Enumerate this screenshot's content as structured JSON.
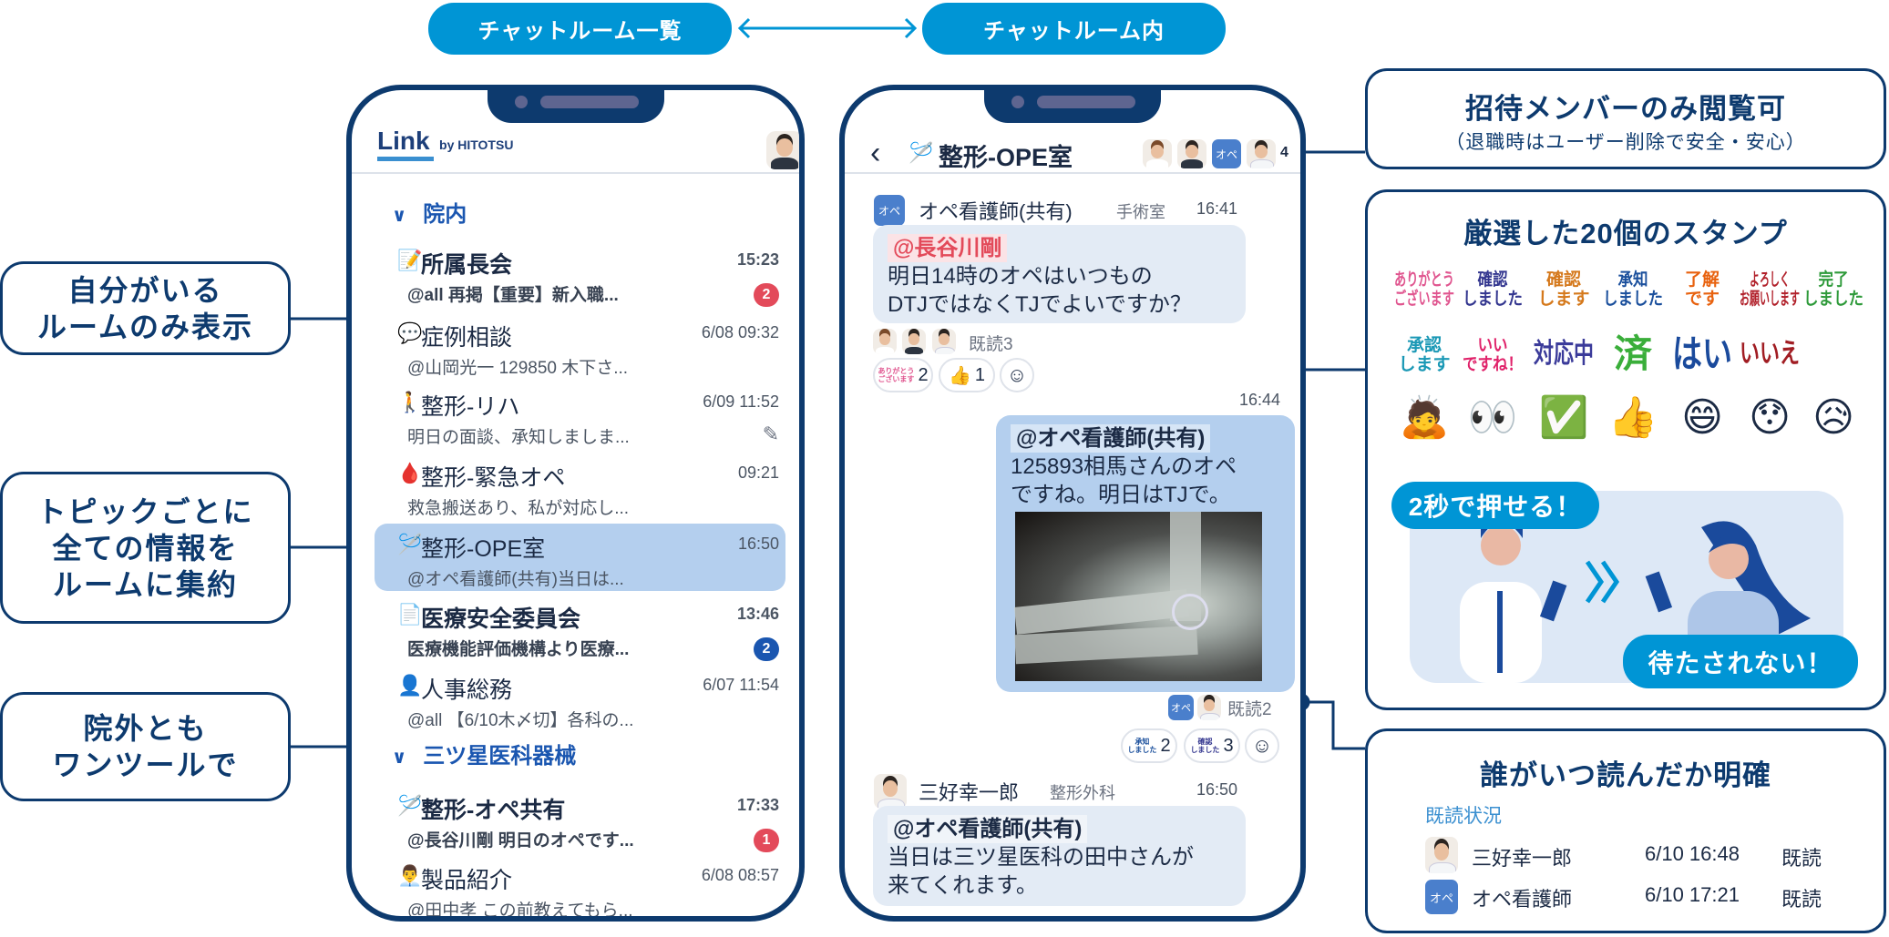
{
  "top_labels": {
    "list": "チャットルーム一覧",
    "room": "チャットルーム内"
  },
  "left_callouts": [
    "自分がいる\nルームのみ表示",
    "トピックごとに\n全ての情報を\nルームに集約",
    "院外とも\nワンツールで"
  ],
  "colors": {
    "navy": "#0d3a6e",
    "accent": "#0095d5",
    "selected": "#b4cfee",
    "badge_red": "#e34a5a",
    "badge_blue": "#1a56b0"
  },
  "room_list": {
    "logo": "Link",
    "logo_sub": "by HITOTSU",
    "sections": [
      {
        "label": "院内",
        "rooms": [
          {
            "icon": "memo-icon",
            "glyph": "📝",
            "title": "所属長会",
            "time": "15:23",
            "subtitle": "@all 再掲【重要】新入職...",
            "bold": true,
            "badge": "2",
            "badge_color": "red"
          },
          {
            "icon": "speech-bubble-icon",
            "glyph": "💬",
            "title": "症例相談",
            "time": "6/08 09:32",
            "subtitle": "@山岡光一 129850 木下さ..."
          },
          {
            "icon": "walking-person-icon",
            "glyph": "🚶",
            "title": "整形-リハ",
            "time": "6/09 11:52",
            "subtitle": "明日の面談、承知しましま...",
            "draft": true
          },
          {
            "icon": "blood-drop-icon",
            "glyph": "🩸",
            "title": "整形-緊急オペ",
            "time": "09:21",
            "subtitle": "救急搬送あり、私が対応し..."
          },
          {
            "icon": "needle-thread-icon",
            "glyph": "🪡",
            "title": "整形-OPE室",
            "time": "16:50",
            "subtitle": "@オペ看護師(共有)当日は...",
            "selected": true
          },
          {
            "icon": "document-icon",
            "glyph": "📄",
            "title": "医療安全委員会",
            "time": "13:46",
            "subtitle": "医療機能評価機構より医療...",
            "bold": true,
            "badge": "2",
            "badge_color": "blue"
          },
          {
            "icon": "person-silhouette-icon",
            "glyph": "👤",
            "title": "人事総務",
            "time": "6/07 11:54",
            "subtitle": "@all 【6/10木〆切】各科の..."
          }
        ]
      },
      {
        "label": "三ツ星医科器械",
        "rooms": [
          {
            "icon": "needle-thread-icon",
            "glyph": "🪡",
            "title": "整形-オペ共有",
            "time": "17:33",
            "subtitle": "@長谷川剛 明日のオペです...",
            "bold": true,
            "badge": "1",
            "badge_color": "red"
          },
          {
            "icon": "office-worker-icon",
            "glyph": "👨‍💼",
            "title": "製品紹介",
            "time": "6/08 08:57",
            "subtitle": "@田中孝 この前教えてもら..."
          }
        ]
      }
    ]
  },
  "chat_room": {
    "back": "‹",
    "title": "整形-OPE室",
    "member_count": "4",
    "ope_label": "オペ",
    "messages": [
      {
        "sender": "オペ看護師(共有)",
        "dept": "手術室",
        "time": "16:41",
        "mention": "@長谷川剛",
        "lines": [
          "明日14時のオペはいつもの",
          "DTJではなくTJでよいですか？"
        ],
        "read": "既読3",
        "reactions": [
          {
            "stamp": "ありがとう\nございます",
            "count": "2"
          },
          {
            "glyph": "👍",
            "count": "1"
          }
        ]
      },
      {
        "time": "16:44",
        "mention": "@オペ看護師(共有)",
        "lines": [
          "125893相馬さんのオペ",
          "ですね。明日はTJで。"
        ],
        "image": "x-ray-image",
        "read": "既読2",
        "reactions": [
          {
            "stamp": "承知\nしました",
            "count": "2"
          },
          {
            "stamp": "確認\nしました",
            "count": "3"
          }
        ]
      },
      {
        "sender": "三好幸一郎",
        "dept": "整形外科",
        "time": "16:50",
        "mention": "@オペ看護師(共有)",
        "lines": [
          "当日は三ツ星医科の田中さんが",
          "来てくれます。"
        ]
      }
    ]
  },
  "callout_members": {
    "title": "招待メンバーのみ閲覧可",
    "subtitle": "（退職時はユーザー削除で安全・安心）"
  },
  "callout_stamps": {
    "title": "厳選した20個のスタンプ",
    "stamps_row1": [
      {
        "text": "ありがとう\nございます",
        "color": "#e0558f"
      },
      {
        "text": "確認\nしました",
        "color": "#33368f"
      },
      {
        "text": "確認\nします",
        "color": "#d5791c"
      },
      {
        "text": "承知\nしました",
        "color": "#1a4f9c"
      },
      {
        "text": "了解\nです",
        "color": "#e8620f"
      },
      {
        "text": "よろしく\nお願いします",
        "color": "#b1202a"
      },
      {
        "text": "完了\nしました",
        "color": "#2e9a3a"
      }
    ],
    "stamps_row2": [
      {
        "text": "承認\nします",
        "color": "#1a98b5"
      },
      {
        "text": "いい\nですね！",
        "color": "#e0226a"
      },
      {
        "text": "対応中",
        "color": "#3b3b9a"
      },
      {
        "text": "済",
        "color": "#3aae3a"
      },
      {
        "text": "はい",
        "color": "#1a4a9c"
      },
      {
        "text": "いいえ",
        "color": "#a11d23"
      }
    ],
    "emojis": [
      {
        "name": "bowing-person-icon",
        "glyph": "🙇"
      },
      {
        "name": "eyes-icon",
        "glyph": "👀"
      },
      {
        "name": "check-mark-icon",
        "glyph": "✅"
      },
      {
        "name": "thumbs-up-icon",
        "glyph": "👍"
      },
      {
        "name": "grinning-face-icon",
        "glyph": "😄"
      },
      {
        "name": "hushed-face-icon",
        "glyph": "😯"
      },
      {
        "name": "sad-sweat-face-icon",
        "glyph": "😥"
      }
    ],
    "pill_top": "2秒で押せる！",
    "pill_bottom": "待たされない！"
  },
  "callout_read": {
    "title": "誰がいつ読んだか明確",
    "heading": "既読状況",
    "rows": [
      {
        "name": "三好幸一郎",
        "datetime": "6/10 16:48",
        "status": "既読"
      },
      {
        "name": "オペ看護師",
        "datetime": "6/10 17:21",
        "status": "既読",
        "avatar": "オペ"
      }
    ]
  }
}
